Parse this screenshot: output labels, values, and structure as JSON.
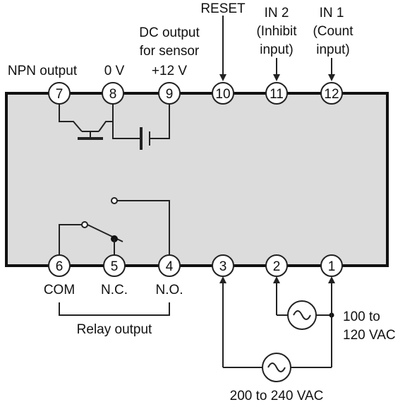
{
  "top_labels": {
    "npn_output": "NPN output",
    "zero_v": "0 V",
    "plus12v": "+12 V",
    "dc_output_line1": "DC output",
    "dc_output_line2": "for sensor",
    "reset": "RESET",
    "in2": "IN 2",
    "in2_sub1": "(Inhibit",
    "in2_sub2": "input)",
    "in1": "IN 1",
    "in1_sub1": "(Count",
    "in1_sub2": "input)"
  },
  "top_terminals": [
    "7",
    "8",
    "9",
    "10",
    "11",
    "12"
  ],
  "bottom_terminals": [
    "6",
    "5",
    "4",
    "3",
    "2",
    "1"
  ],
  "bottom_labels": {
    "com": "COM",
    "nc": "N.C.",
    "no": "N.O.",
    "relay_output": "Relay output",
    "ac_low_line1": "100 to",
    "ac_low_line2": "120 VAC",
    "ac_high": "200 to 240 VAC"
  }
}
